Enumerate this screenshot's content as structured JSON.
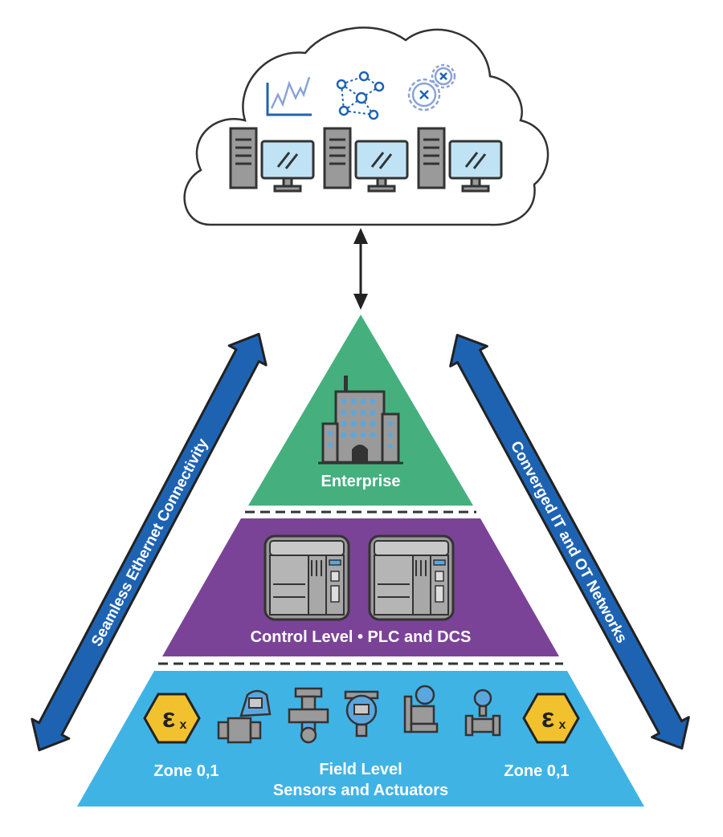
{
  "labels": {
    "enterprise": "Enterprise",
    "control": "Control Level • PLC and DCS",
    "zone_left": "Zone 0,1",
    "zone_right": "Zone 0,1",
    "field_line1": "Field Level",
    "field_line2": "Sensors and Actuators",
    "left_arrow": "Seamless Ethernet Connectivity",
    "right_arrow": "Converged IT and OT Networks"
  },
  "icons": {
    "cloud": [
      "trend-chart-icon",
      "network-nodes-icon",
      "gears-icon",
      "server-tower-icon",
      "monitor-icon"
    ],
    "enterprise": [
      "office-building-icon"
    ],
    "control": [
      "plc-controller-icon"
    ],
    "field": [
      "atex-ex-icon",
      "valve-actuator-icon",
      "control-valve-icon",
      "transmitter-icon",
      "flow-meter-icon"
    ]
  },
  "colors": {
    "enterprise": "#45b07e",
    "control": "#7b4397",
    "field": "#40b3e5",
    "arrow": "#1e63b2",
    "atex": "#f2c12e"
  }
}
